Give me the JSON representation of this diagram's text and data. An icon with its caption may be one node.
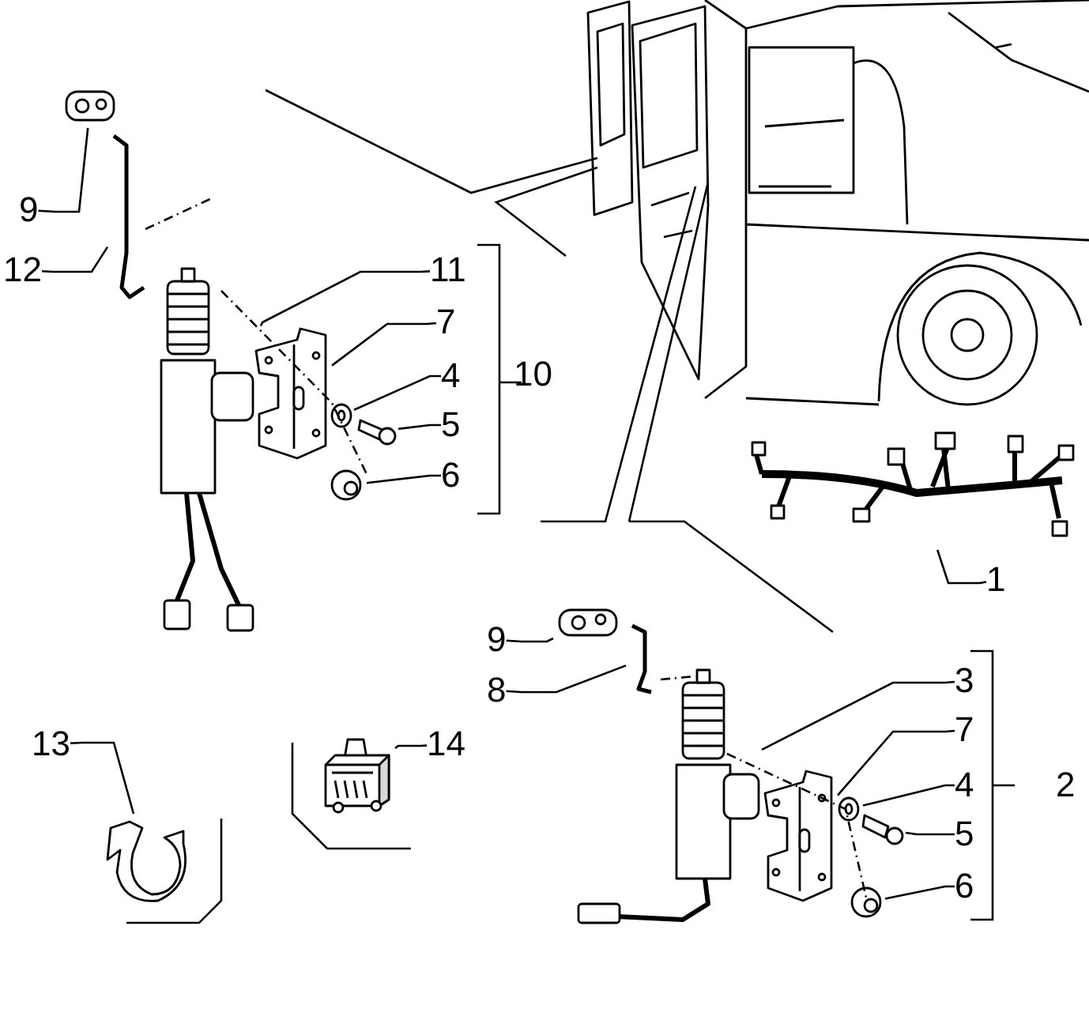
{
  "diagram": {
    "nodes": [
      {
        "text": [
          "9"
        ]
      },
      {
        "text": [
          "12"
        ]
      },
      {
        "text": [
          "11"
        ]
      },
      {
        "text": [
          "7"
        ]
      },
      {
        "text": [
          "4"
        ]
      },
      {
        "text": [
          "5"
        ]
      },
      {
        "text": [
          "6"
        ]
      },
      {
        "text": [
          "1"
        ]
      },
      {
        "text": [
          "9"
        ]
      },
      {
        "text": [
          "8"
        ]
      },
      {
        "text": [
          "3"
        ]
      },
      {
        "text": [
          "7"
        ]
      },
      {
        "text": [
          "4"
        ]
      },
      {
        "text": [
          "5"
        ]
      },
      {
        "text": [
          "6"
        ]
      },
      {
        "text": [
          "13"
        ]
      },
      {
        "text": [
          "14"
        ]
      },
      {
        "text": [],
        "shape": "picture"
      },
      {
        "text": [],
        "shape": "picture"
      },
      {
        "text": [],
        "shape": "picture"
      },
      {
        "text": [],
        "shape": "picture"
      },
      {
        "text": [],
        "shape": "picture"
      },
      {
        "text": [],
        "shape": "picture"
      },
      {
        "text": [],
        "shape": "picture"
      },
      {
        "text": [],
        "shape": "picture"
      },
      {
        "text": [],
        "shape": "picture"
      },
      {
        "text": [],
        "shape": "picture"
      },
      {
        "text": [],
        "shape": "picture"
      },
      {
        "text": [],
        "shape": "picture"
      },
      {
        "text": [],
        "shape": "picture"
      },
      {
        "text": [],
        "shape": "picture"
      },
      {
        "text": [],
        "shape": "picture"
      },
      {
        "text": [],
        "shape": "picture"
      },
      {
        "text": [],
        "shape": "picture"
      },
      {
        "text": [],
        "shape": "picture"
      }
    ],
    "edges": [
      {
        "from": 0,
        "to": 18,
        "arrow": "none"
      },
      {
        "from": 1,
        "to": 19,
        "arrow": "none"
      },
      {
        "from": 2,
        "to": 20,
        "arrow": "none"
      },
      {
        "from": 3,
        "to": 21,
        "arrow": "none"
      },
      {
        "from": 4,
        "to": 22,
        "arrow": "none"
      },
      {
        "from": 5,
        "to": 23,
        "arrow": "none"
      },
      {
        "from": 6,
        "to": 24,
        "arrow": "none"
      },
      {
        "from": 7,
        "to": 25,
        "arrow": "none"
      },
      {
        "from": 8,
        "to": 26,
        "arrow": "none"
      },
      {
        "from": 9,
        "to": 27,
        "arrow": "none"
      },
      {
        "from": 10,
        "to": 28,
        "arrow": "none"
      },
      {
        "from": 11,
        "to": 29,
        "arrow": "none"
      },
      {
        "from": 12,
        "to": 30,
        "arrow": "none"
      },
      {
        "from": 13,
        "to": 31,
        "arrow": "none"
      },
      {
        "from": 14,
        "to": 32,
        "arrow": "none"
      },
      {
        "from": 15,
        "to": 33,
        "arrow": "none"
      },
      {
        "from": 16,
        "to": 34,
        "arrow": "none"
      }
    ],
    "labels": [
      "10",
      "2"
    ]
  }
}
